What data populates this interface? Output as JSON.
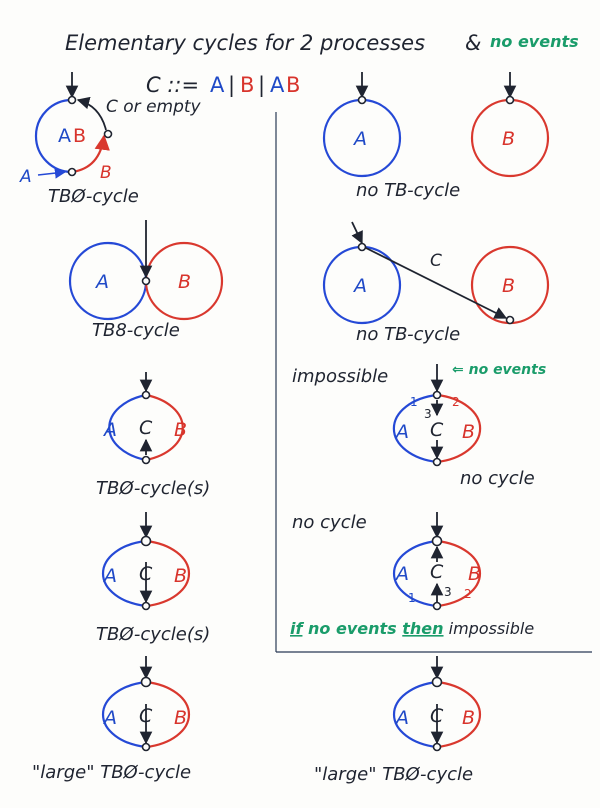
{
  "title": {
    "main": "Elementary cycles for 2 processes",
    "amp": "&",
    "suffix": "no events"
  },
  "grammar": {
    "prefix": "C ::= ",
    "a": "A",
    "sep1": "|",
    "b": "B",
    "sep2": "|",
    "ab_a": "A",
    "ab_b": "B"
  },
  "panels": {
    "p1": {
      "label_ab_a": "A",
      "label_ab_b": "B",
      "annotation": "C or empty",
      "side_a": "A",
      "side_b": "B",
      "caption": "TBØ-cycle"
    },
    "p2": {
      "a": "A",
      "b": "B",
      "caption": "TB8-cycle"
    },
    "p3": {
      "a": "A",
      "c": "C",
      "b": "B",
      "caption": "TBØ-cycle(s)"
    },
    "p4": {
      "a": "A",
      "c": "C",
      "b": "B",
      "caption": "TBØ-cycle(s)"
    },
    "p5": {
      "a": "A",
      "c": "C",
      "b": "B",
      "caption": "\"large\" TBØ-cycle"
    },
    "p6": {
      "a": "A",
      "b": "B",
      "caption": "no TB-cycle"
    },
    "p7": {
      "a": "A",
      "c": "C",
      "b": "B",
      "caption": "no TB-cycle"
    },
    "p8": {
      "heading": "impossible",
      "hint": "⇐ no events",
      "n1": "1",
      "n2": "2",
      "n3": "3",
      "a": "A",
      "c": "C",
      "b": "B",
      "caption": "no cycle"
    },
    "p9": {
      "heading": "no cycle",
      "a": "A",
      "c": "C",
      "b": "B",
      "n1": "1",
      "n2": "2",
      "n3": "3",
      "cap_if": "if",
      "cap_mid": " no events ",
      "cap_then": "then",
      "cap_end": " impossible"
    },
    "p10": {
      "a": "A",
      "c": "C",
      "b": "B",
      "caption": "\"large\" TBØ-cycle"
    }
  },
  "colors": {
    "blue": "#2549d6",
    "red": "#d9382e",
    "green": "#1a9c6a",
    "ink": "#1f2430"
  }
}
